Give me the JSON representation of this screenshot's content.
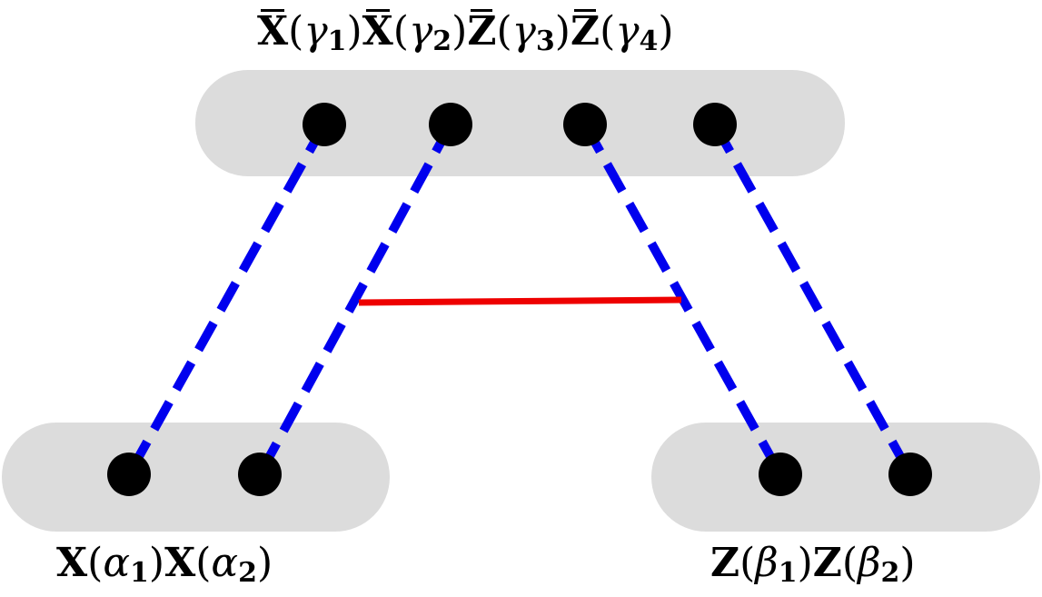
{
  "groups": [
    {
      "id": "top",
      "factors": [
        {
          "op": "X",
          "bar": true,
          "greek": "γ",
          "sub": "1"
        },
        {
          "op": "X",
          "bar": true,
          "greek": "γ",
          "sub": "2"
        },
        {
          "op": "Z",
          "bar": true,
          "greek": "γ",
          "sub": "3"
        },
        {
          "op": "Z",
          "bar": true,
          "greek": "γ",
          "sub": "4"
        }
      ]
    },
    {
      "id": "bottom-left",
      "factors": [
        {
          "op": "X",
          "bar": false,
          "greek": "α",
          "sub": "1"
        },
        {
          "op": "X",
          "bar": false,
          "greek": "α",
          "sub": "2"
        }
      ]
    },
    {
      "id": "bottom-right",
      "factors": [
        {
          "op": "Z",
          "bar": false,
          "greek": "β",
          "sub": "1"
        },
        {
          "op": "Z",
          "bar": false,
          "greek": "β",
          "sub": "2"
        }
      ]
    }
  ],
  "connections": [
    {
      "from": "γ1",
      "to": "α1",
      "style": "dashed"
    },
    {
      "from": "γ2",
      "to": "α2",
      "style": "dashed"
    },
    {
      "from": "γ3",
      "to": "β1",
      "style": "dashed"
    },
    {
      "from": "γ4",
      "to": "β2",
      "style": "dashed"
    }
  ],
  "crossing": {
    "between": [
      "γ2-α2",
      "γ3-β1"
    ],
    "style": "solid"
  },
  "colors": {
    "group_fill": "#dcdcdc",
    "node": "#000000",
    "dashed_line": "#0000ee",
    "crossing_line": "#ee0000",
    "text": "#000000"
  }
}
